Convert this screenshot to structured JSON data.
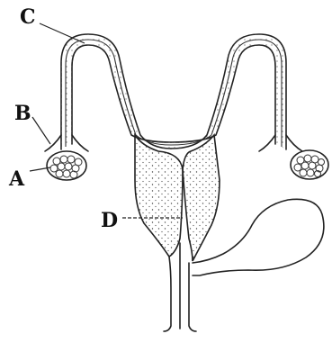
{
  "labels": {
    "a": "A",
    "b": "B",
    "c": "C",
    "d": "D"
  },
  "colors": {
    "ink": "#222222",
    "stipple": "#4a4a4a",
    "background": "#ffffff"
  }
}
